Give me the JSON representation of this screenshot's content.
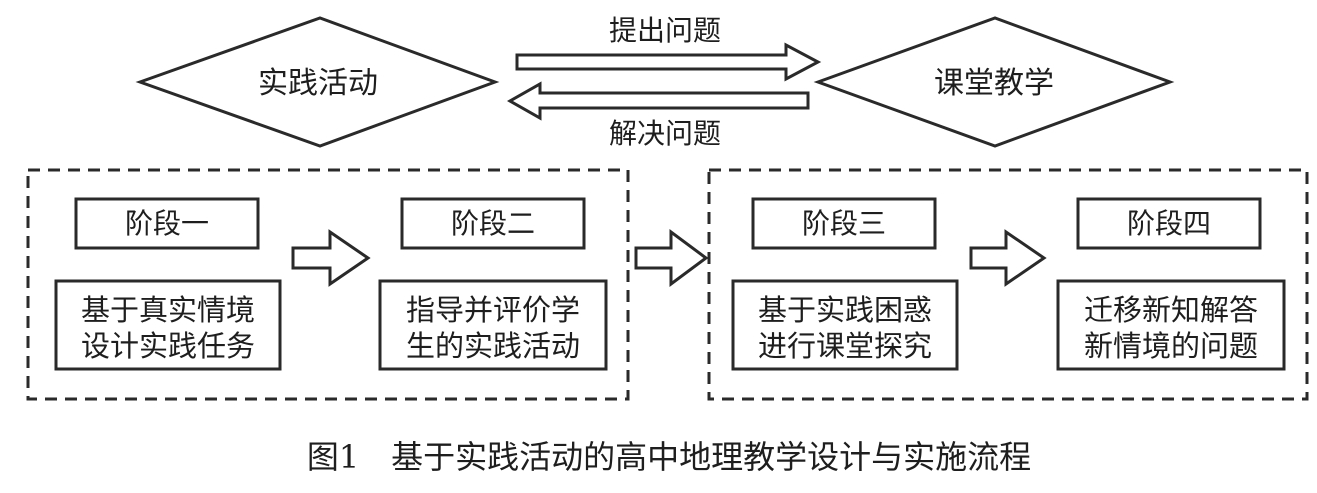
{
  "top": {
    "left_diamond": "实践活动",
    "right_diamond": "课堂教学",
    "arrow_right_label": "提出问题",
    "arrow_left_label": "解决问题"
  },
  "stages": [
    {
      "title": "阶段一",
      "desc_line1": "基于真实情境",
      "desc_line2": "设计实践任务"
    },
    {
      "title": "阶段二",
      "desc_line1": "指导并评价学",
      "desc_line2": "生的实践活动"
    },
    {
      "title": "阶段三",
      "desc_line1": "基于实践困惑",
      "desc_line2": "进行课堂探究"
    },
    {
      "title": "阶段四",
      "desc_line1": "迁移新知解答",
      "desc_line2": "新情境的问题"
    }
  ],
  "caption": "图1　基于实践活动的高中地理教学设计与实施流程"
}
